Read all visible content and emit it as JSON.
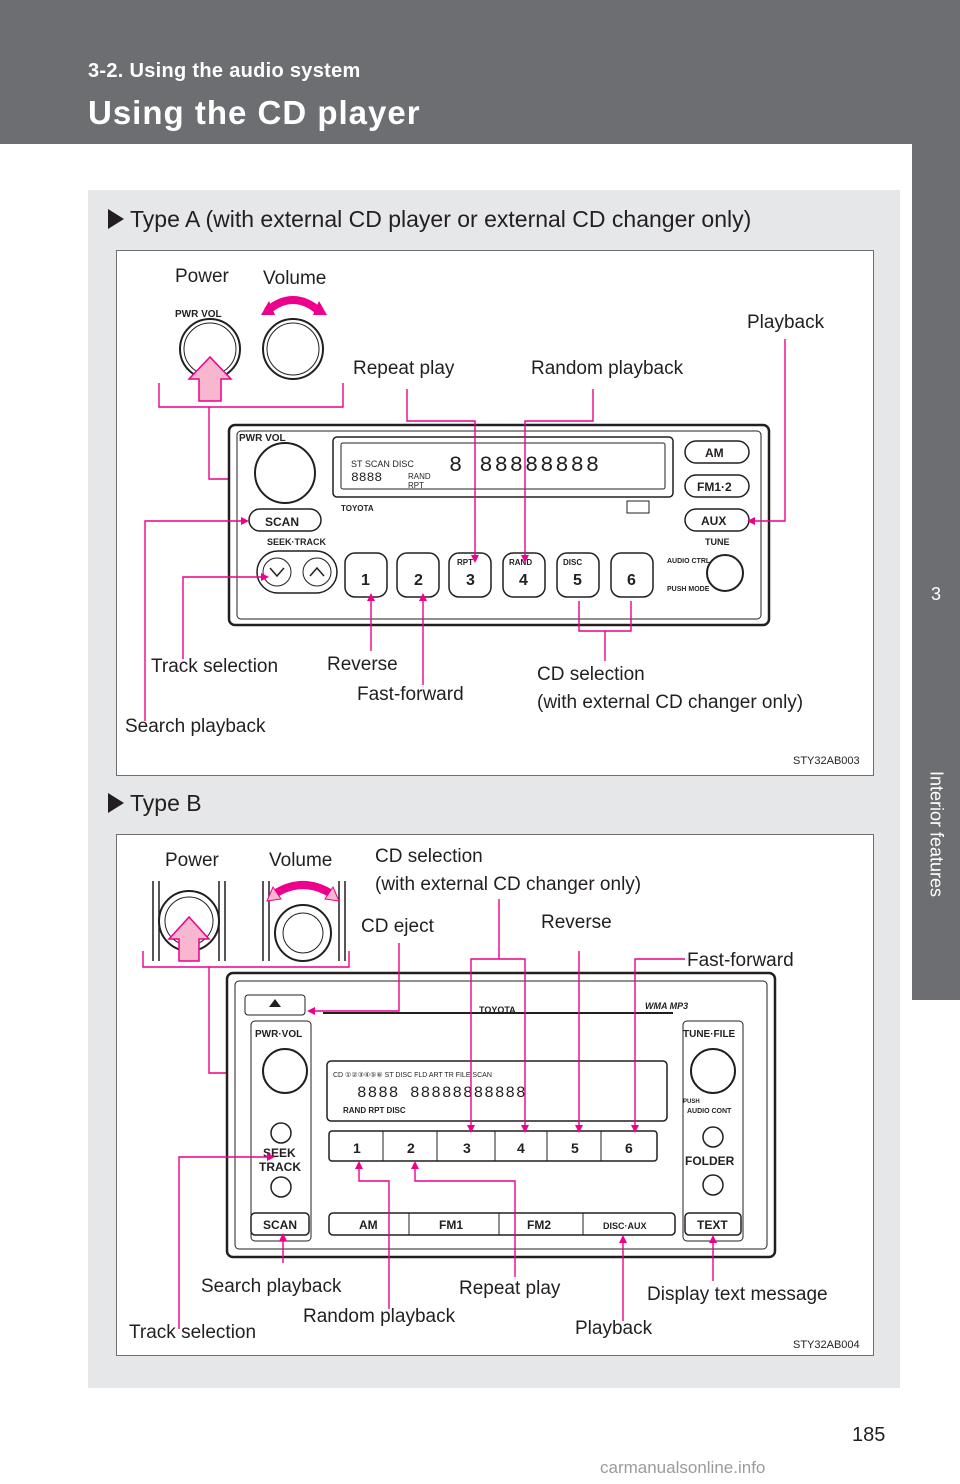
{
  "header": {
    "section": "3-2. Using the audio system",
    "title": "Using the CD player"
  },
  "side_tab": {
    "chapter_number": "3",
    "chapter_name": "Interior features"
  },
  "type_a": {
    "heading": "Type A (with external CD player or external CD changer only)",
    "figure_code": "STY32AB003",
    "labels": {
      "power": "Power",
      "volume": "Volume",
      "playback": "Playback",
      "repeat_play": "Repeat play",
      "random_playback": "Random playback",
      "track_selection": "Track selection",
      "reverse": "Reverse",
      "fast_forward": "Fast-forward",
      "cd_selection": "CD selection",
      "cd_selection_note": "(with external CD changer only)",
      "search_playback": "Search playback"
    },
    "unit": {
      "pwr_vol": "PWR VOL",
      "brand": "TOYOTA",
      "am": "AM",
      "fm": "FM1·2",
      "aux": "AUX",
      "tune": "TUNE",
      "scan": "SCAN",
      "seek_track": "SEEK·TRACK",
      "presets": [
        "1",
        "2",
        "3",
        "4",
        "5",
        "6"
      ],
      "rpt": "RPT",
      "rand": "RAND",
      "disc": "DISC",
      "audio_ctrl": "AUDIO CTRL",
      "push_mode": "PUSH MODE"
    }
  },
  "type_b": {
    "heading": "Type B",
    "figure_code": "STY32AB004",
    "labels": {
      "power": "Power",
      "volume": "Volume",
      "cd_selection": "CD selection",
      "cd_selection_note": "(with external CD changer only)",
      "cd_eject": "CD eject",
      "reverse": "Reverse",
      "fast_forward": "Fast-forward",
      "search_playback": "Search playback",
      "repeat_play": "Repeat play",
      "display_text": "Display text message",
      "random_playback": "Random playback",
      "track_selection": "Track selection",
      "playback": "Playback"
    },
    "unit": {
      "brand": "TOYOTA",
      "wma": "WMA MP3",
      "pwr_vol": "PWR·VOL",
      "tune_file": "TUNE·FILE",
      "seek": "SEEK",
      "track": "TRACK",
      "folder": "FOLDER",
      "push": "PUSH",
      "audio_cont": "AUDIO CONT",
      "presets": [
        "1",
        "2",
        "3",
        "4",
        "5",
        "6"
      ],
      "scan": "SCAN",
      "am": "AM",
      "fm1": "FM1",
      "fm2": "FM2",
      "disc_aux": "DISC·AUX",
      "text": "TEXT"
    }
  },
  "page_number": "185",
  "watermark": "carmanualsonline.info"
}
